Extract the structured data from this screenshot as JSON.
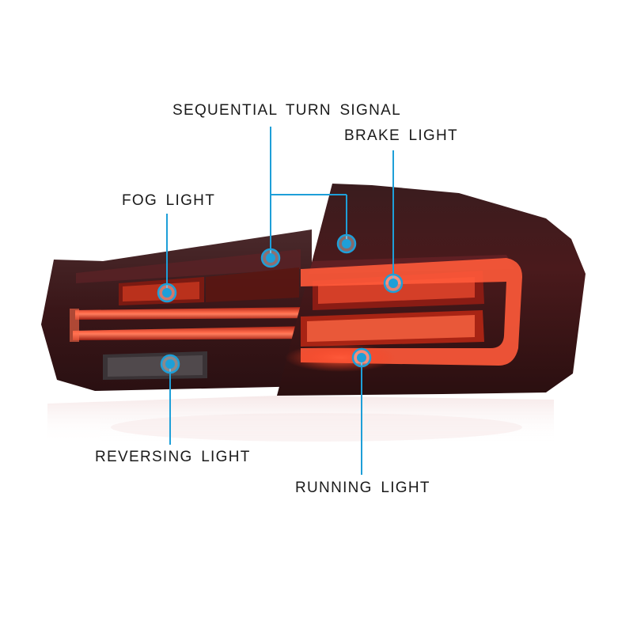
{
  "labels": {
    "sequential_turn_signal": "SEQUENTIAL TURN SIGNAL",
    "brake_light": "BRAKE LIGHT",
    "fog_light": "FOG LIGHT",
    "reversing_light": "REVERSING LIGHT",
    "running_light": "RUNNING LIGHT"
  },
  "colors": {
    "callout_line": "#1e9fd8",
    "marker": "#1e9fd8",
    "lens_glow": "#e2341f",
    "housing_dark": "#2a1214"
  }
}
